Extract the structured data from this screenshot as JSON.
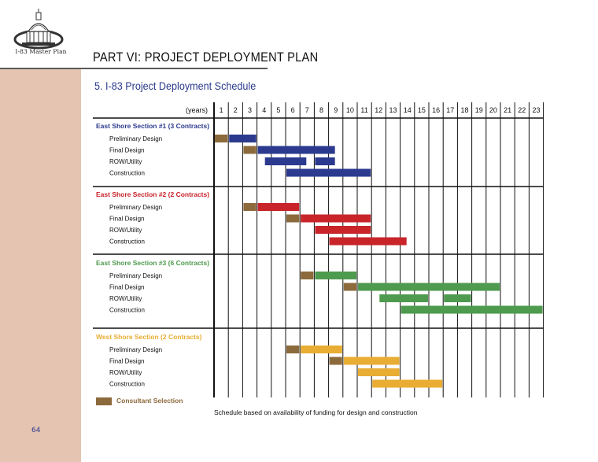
{
  "header": {
    "logo_text": "I-83 Master Plan",
    "title": "PART VI: PROJECT DEPLOYMENT PLAN",
    "subtitle": "5. I-83 Project Deployment Schedule"
  },
  "colors": {
    "sidebar": "#e5c4b1",
    "consultant": "#8c6a3c"
  },
  "page_number": "64",
  "legend": {
    "label": "Consultant Selection",
    "color": "#8c6a3c"
  },
  "footnote": "Schedule based on availability of funding for design and construction",
  "chart_data": {
    "type": "gantt",
    "x_label": "(years)",
    "years": [
      "1",
      "2",
      "3",
      "4",
      "5",
      "6",
      "7",
      "8",
      "9",
      "10",
      "11",
      "12",
      "13",
      "14",
      "15",
      "16",
      "17",
      "18",
      "19",
      "20",
      "21",
      "22",
      "23"
    ],
    "sections": [
      {
        "title": "East Shore Section #1 (3 Contracts)",
        "color": "#2b3a8e",
        "tasks": [
          {
            "name": "Preliminary Design",
            "consultant": [
              1,
              2
            ],
            "bars": [
              [
                2,
                4
              ]
            ]
          },
          {
            "name": "Final Design",
            "consultant": [
              3,
              4
            ],
            "bars": [
              [
                4,
                9.5
              ]
            ]
          },
          {
            "name": "ROW/Utility",
            "consultant": null,
            "bars": [
              [
                4.5,
                7.5
              ],
              [
                8,
                9.5
              ]
            ]
          },
          {
            "name": "Construction",
            "consultant": null,
            "bars": [
              [
                6,
                12
              ]
            ]
          }
        ]
      },
      {
        "title": "East Shore Section #2 (2 Contracts)",
        "color": "#c8242a",
        "tasks": [
          {
            "name": "Preliminary Design",
            "consultant": [
              3,
              4
            ],
            "bars": [
              [
                4,
                7
              ]
            ]
          },
          {
            "name": "Final Design",
            "consultant": [
              6,
              7
            ],
            "bars": [
              [
                7,
                12
              ]
            ]
          },
          {
            "name": "ROW/Utility",
            "consultant": null,
            "bars": [
              [
                8,
                12
              ]
            ]
          },
          {
            "name": "Construction",
            "consultant": null,
            "bars": [
              [
                9,
                14.5
              ]
            ]
          }
        ]
      },
      {
        "title": "East Shore Section #3 (6 Contracts)",
        "color": "#4e9a4e",
        "tasks": [
          {
            "name": "Preliminary Design",
            "consultant": [
              7,
              8
            ],
            "bars": [
              [
                8,
                11
              ]
            ]
          },
          {
            "name": "Final Design",
            "consultant": [
              10,
              11
            ],
            "bars": [
              [
                11,
                21
              ]
            ]
          },
          {
            "name": "ROW/Utility",
            "consultant": null,
            "bars": [
              [
                12.5,
                16
              ],
              [
                17,
                19
              ]
            ]
          },
          {
            "name": "Construction",
            "consultant": null,
            "bars": [
              [
                14,
                24
              ]
            ]
          }
        ]
      },
      {
        "title": "West Shore Section (2 Contracts)",
        "color": "#e8ad32",
        "tasks": [
          {
            "name": "Preliminary Design",
            "consultant": [
              6,
              7
            ],
            "bars": [
              [
                7,
                10
              ]
            ]
          },
          {
            "name": "Final Design",
            "consultant": [
              9,
              10
            ],
            "bars": [
              [
                10,
                14
              ]
            ]
          },
          {
            "name": "ROW/Utility",
            "consultant": null,
            "bars": [
              [
                11,
                14
              ]
            ]
          },
          {
            "name": "Construction",
            "consultant": null,
            "bars": [
              [
                12,
                17
              ]
            ]
          }
        ]
      }
    ]
  }
}
